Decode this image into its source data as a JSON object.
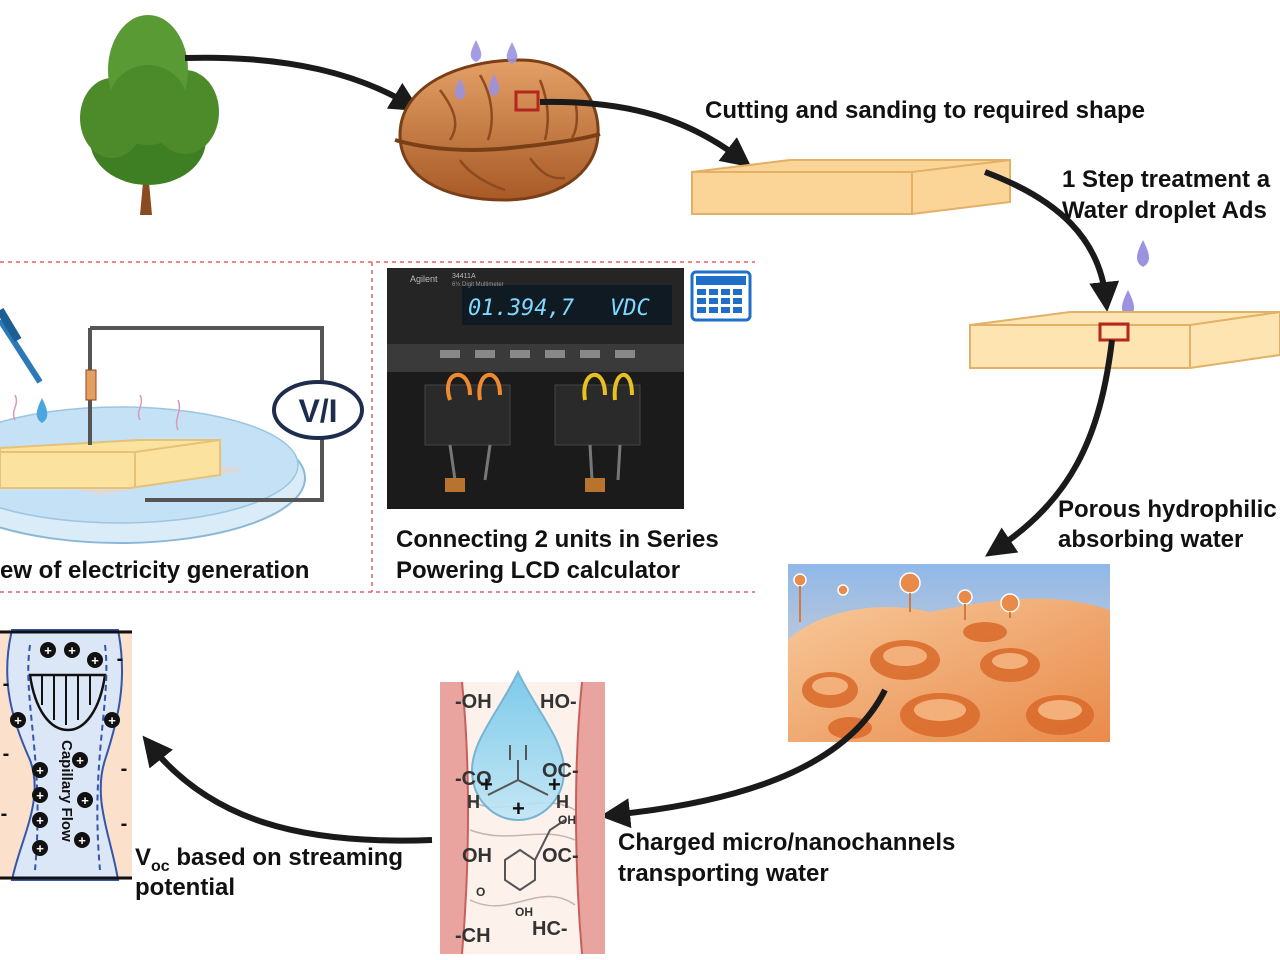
{
  "labels": {
    "cutting": "Cutting and sanding to required shape",
    "treatment_line1": "1 Step treatment a",
    "treatment_line2": "Water droplet Ads",
    "porous_line1": "Porous hydrophilic",
    "porous_line2": "absorbing water",
    "view": "ew of electricity generation",
    "series_line1": "Connecting 2 units in Series",
    "series_line2": "Powering LCD calculator",
    "charged_line1": "Charged micro/nanochannels",
    "charged_line2": "transporting water",
    "voc_symbol": "V",
    "voc_sub": "oc",
    "voc_rest": " based on streaming",
    "voc_line2": "potential"
  },
  "meter": {
    "brand": "Agilent",
    "model": "34411A",
    "model_sub": "6½ Digit Multimeter",
    "reading": "01.394,7",
    "unit": "VDC"
  },
  "vi_label": "V/I",
  "channel_labels": {
    "oh_top_left": "-OH",
    "ho_top_right": "HO-",
    "co_left": "-CO",
    "oc_right": "OC-",
    "h_left": "H",
    "h_right": "H",
    "oh_mid_left": "OH",
    "oc_mid_right": "OC-",
    "oh_small": "OH",
    "oh_bottom": "OH",
    "ch_bottom_left": "-CH",
    "hc_bottom_right": "HC-",
    "o_small": "O"
  },
  "capillary_label": "Capillary Flow",
  "colors": {
    "tree_green": "#4c8a2a",
    "walnut_brown": "#c87a3d",
    "plank": "#fbd598",
    "plank_light": "#fde4b0",
    "droplet": "#9b93e0",
    "marker_red": "#b4261e",
    "dash_red": "#e06060",
    "arrow": "#1a1a1a"
  }
}
